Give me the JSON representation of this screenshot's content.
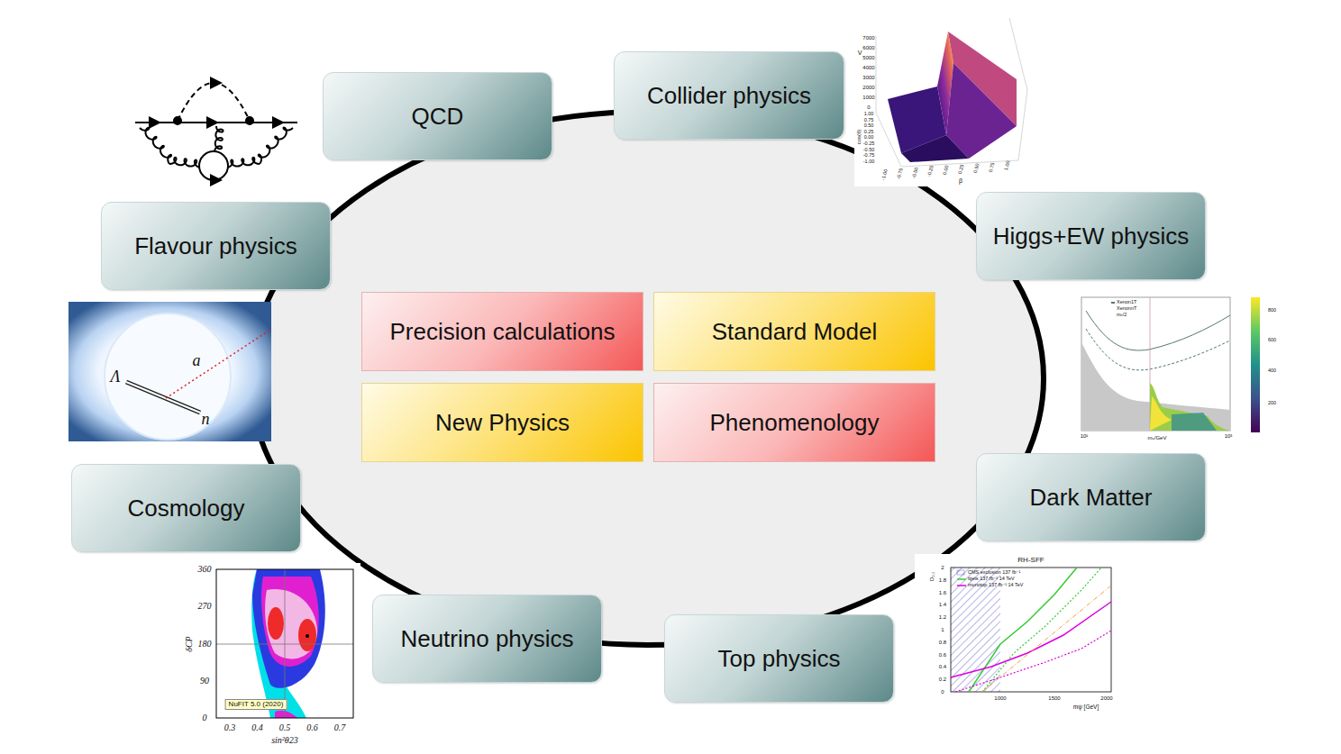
{
  "diagram": {
    "nodes": [
      {
        "text": [
          "QCD"
        ]
      },
      {
        "text": [
          "Collider physics"
        ]
      },
      {
        "text": [
          "Flavour physics"
        ]
      },
      {
        "text": [
          "Higgs+EW physics"
        ]
      },
      {
        "text": [
          "Precision calculations"
        ]
      },
      {
        "text": [
          "Standard Model"
        ]
      },
      {
        "text": [
          "New Physics"
        ]
      },
      {
        "text": [
          "Phenomenology"
        ]
      },
      {
        "text": [
          "Cosmology"
        ]
      },
      {
        "text": [
          "Dark Matter"
        ]
      },
      {
        "text": [
          "Neutrino physics"
        ]
      },
      {
        "text": [
          "Top physics"
        ]
      }
    ],
    "labels": [
      "Λ",
      "a",
      "n",
      "V",
      "7000",
      "6000",
      "5000",
      "4000",
      "3000",
      "2000",
      "1000",
      "0",
      "cos(θ)",
      "1.00",
      "0.75",
      "0.50",
      "0.25",
      "0.00",
      "-0.25",
      "-0.50",
      "-0.75",
      "-1.00",
      "-1.00",
      "-0.75",
      "-0.50",
      "-0.25",
      "0.00",
      "0.25",
      "0.50",
      "0.75",
      "1.00",
      "β",
      "Xenon1T",
      "XenonnT",
      "mₕ/2",
      "10¹",
      "10³",
      "mₛ/GeV",
      "800",
      "600",
      "400",
      "200",
      "360",
      "270",
      "180",
      "90",
      "0",
      "0.3",
      "0.4",
      "0.5",
      "0.6",
      "0.7",
      "δCP",
      "sin²θ23",
      "NuFIT 5.0 (2020)",
      "RH-SFF",
      "CMS exclusion 137 fb⁻¹",
      "ttjets 137 fb⁻¹ 14 TeV",
      "munotop 137 fb⁻¹ 14 TeV",
      "0",
      "0.2",
      "0.4",
      "0.6",
      "0.8",
      "1",
      "1.2",
      "1.4",
      "1.6",
      "1.8",
      "2",
      "1000",
      "1500",
      "2000",
      "mψ [GeV]",
      "D₁,₁"
    ]
  }
}
